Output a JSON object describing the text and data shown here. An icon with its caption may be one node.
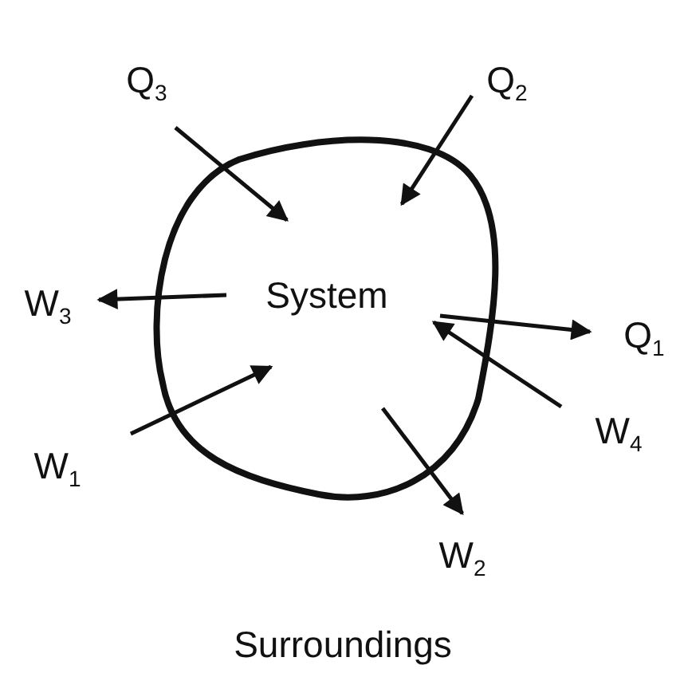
{
  "diagram": {
    "nodes": [
      {
        "text": [
          "Q$_{3}$"
        ]
      },
      {
        "text": [
          "Q$_{2}$"
        ]
      },
      {
        "text": [
          "System"
        ]
      },
      {
        "text": [
          "W$_{3}$"
        ]
      },
      {
        "text": [
          "Q$_{1}$"
        ]
      },
      {
        "text": [
          "W$_{1}$"
        ]
      },
      {
        "text": [
          "W$_{4}$"
        ]
      },
      {
        "text": [
          "W$_{2}$"
        ]
      }
    ],
    "edges": [
      {
        "from": 0,
        "to": 2,
        "arrow": "to"
      },
      {
        "from": 1,
        "to": 2,
        "arrow": "to"
      },
      {
        "from": 2,
        "to": 3,
        "arrow": "to"
      },
      {
        "from": 2,
        "to": 4,
        "arrow": "to"
      },
      {
        "from": 5,
        "to": 2,
        "arrow": "to"
      },
      {
        "from": 6,
        "to": 2,
        "arrow": "to"
      },
      {
        "from": 2,
        "to": 7,
        "arrow": "to"
      }
    ],
    "labels": [
      "Surroundings"
    ]
  }
}
